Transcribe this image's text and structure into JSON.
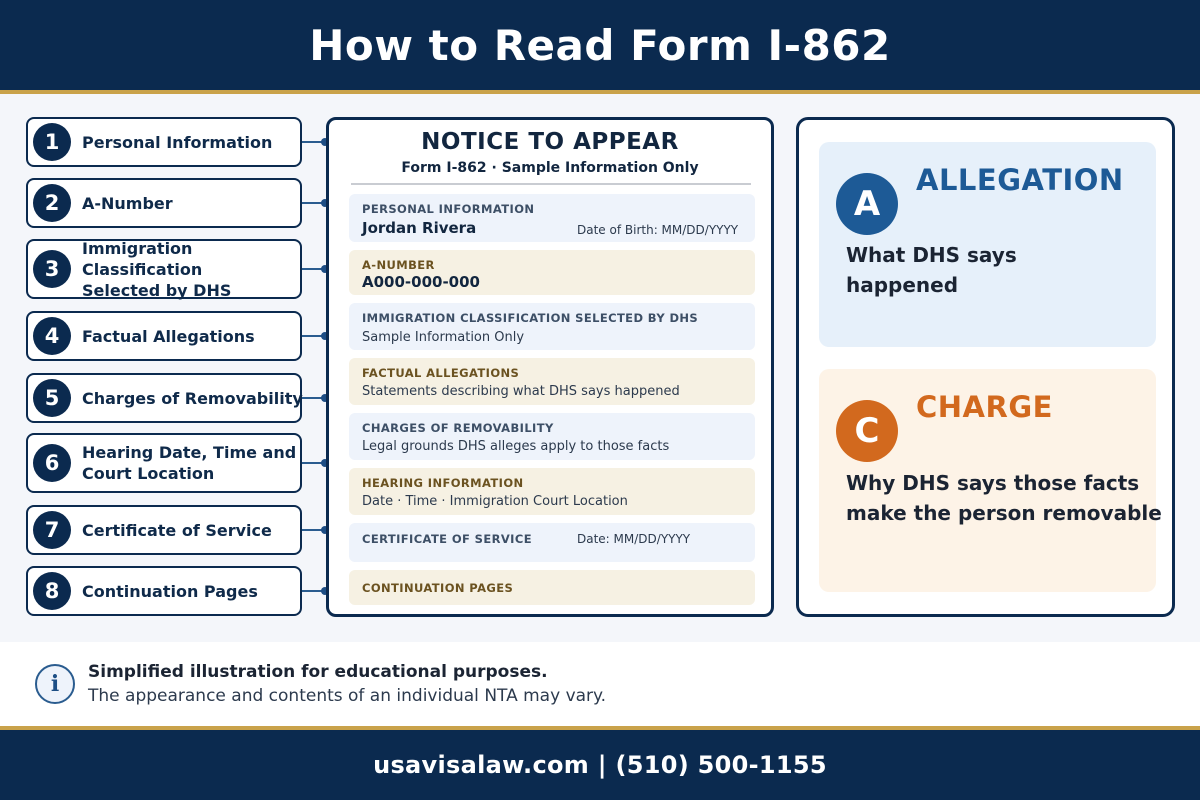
{
  "header": {
    "title": "How to Read Form I-862"
  },
  "legend": [
    {
      "num": "1",
      "label": "Personal Information"
    },
    {
      "num": "2",
      "label": "A-Number"
    },
    {
      "num": "3",
      "label": "Immigration Classification\nSelected by DHS"
    },
    {
      "num": "4",
      "label": "Factual Allegations"
    },
    {
      "num": "5",
      "label": "Charges of Removability"
    },
    {
      "num": "6",
      "label": "Hearing Date, Time and\nCourt Location"
    },
    {
      "num": "7",
      "label": "Certificate of Service"
    },
    {
      "num": "8",
      "label": "Continuation Pages"
    }
  ],
  "form": {
    "title": "NOTICE TO APPEAR",
    "subtitle": "Form I-862 · Sample Information Only",
    "fields": [
      {
        "label": "PERSONAL INFORMATION",
        "value_bold": "Jordan Rivera",
        "right": "Date of Birth: MM/DD/YYYY"
      },
      {
        "label": "A-NUMBER",
        "value_bold": "A000-000-000"
      },
      {
        "label": "IMMIGRATION CLASSIFICATION SELECTED BY DHS",
        "value": "Sample Information Only"
      },
      {
        "label": "FACTUAL ALLEGATIONS",
        "value": "Statements describing what DHS says happened"
      },
      {
        "label": "CHARGES OF REMOVABILITY",
        "value": "Legal grounds DHS alleges apply to those facts"
      },
      {
        "label": "HEARING INFORMATION",
        "value": "Date · Time · Immigration Court Location"
      },
      {
        "label": "CERTIFICATE OF SERVICE",
        "right": "Date: MM/DD/YYYY"
      },
      {
        "label": "CONTINUATION PAGES"
      }
    ]
  },
  "concepts": {
    "allegation": {
      "letter": "A",
      "title": "ALLEGATION",
      "desc": "What DHS says happened"
    },
    "charge": {
      "letter": "C",
      "title": "CHARGE",
      "desc": "Why DHS says those facts make the person removable"
    }
  },
  "footnote": {
    "strong": "Simplified illustration for educational purposes.",
    "text": "The appearance and contents of an individual NTA may vary."
  },
  "footer": {
    "contact": "usavisalaw.com | (510) 500-1155"
  },
  "colors": {
    "navy": "#0b2a4f",
    "gold": "#c9a24a",
    "allegation_blue": "#1d5a96",
    "charge_orange": "#d2691e"
  }
}
